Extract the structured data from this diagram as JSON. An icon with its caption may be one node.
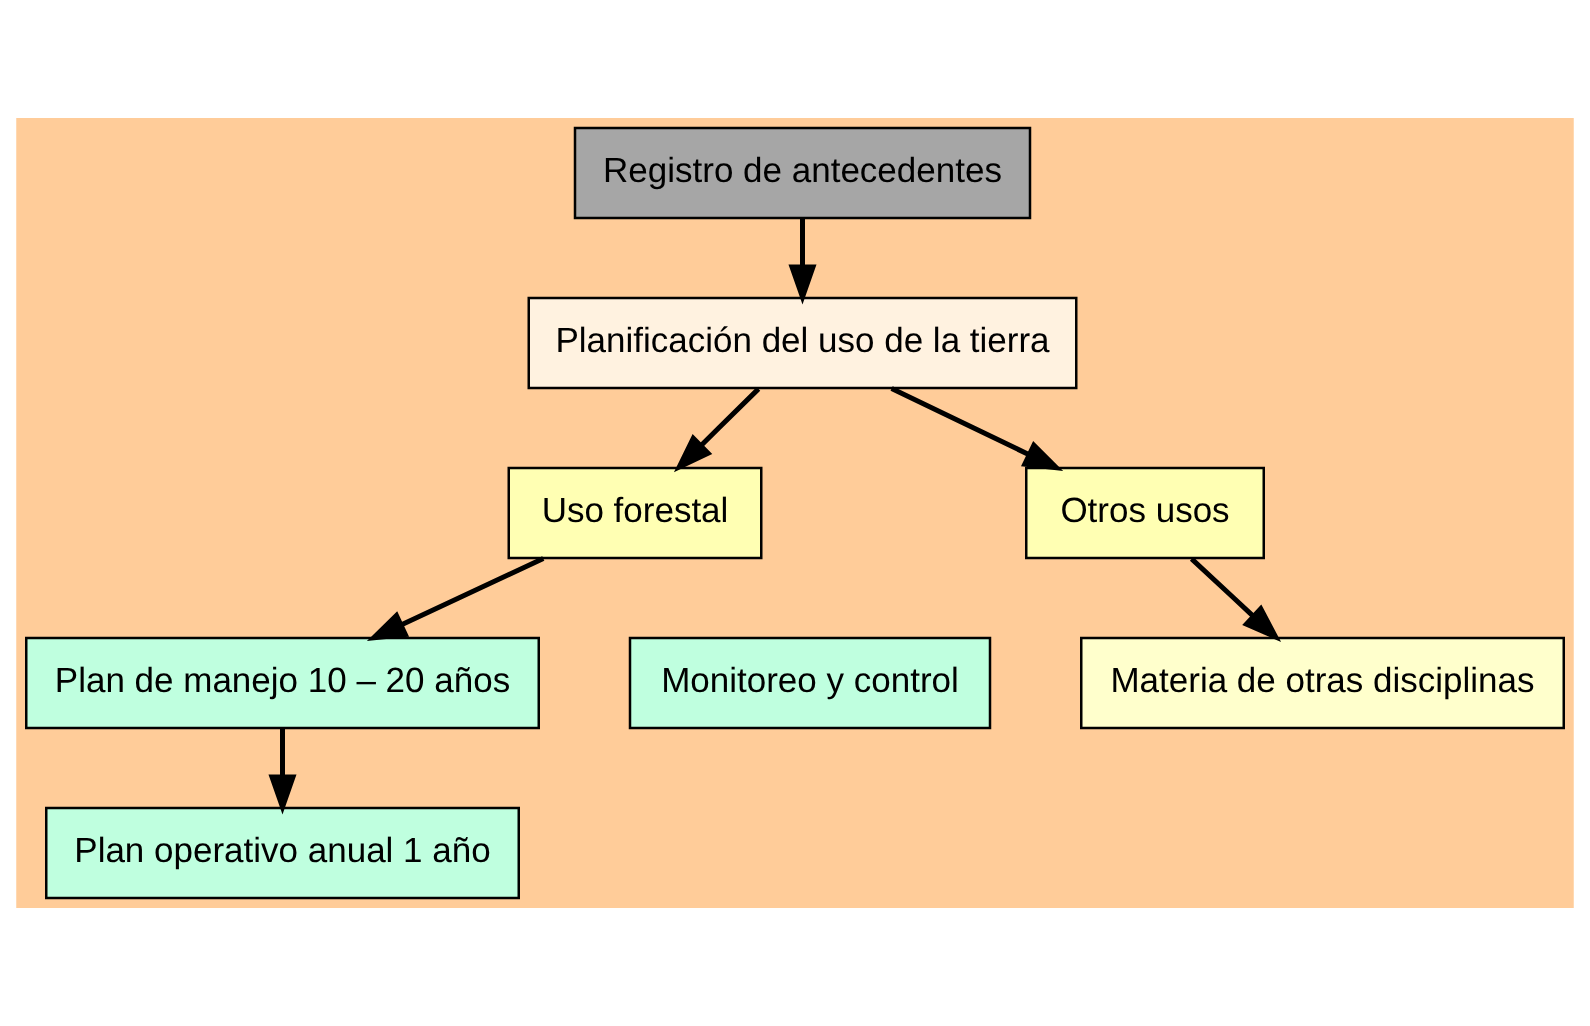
{
  "diagram": {
    "nodes": [
      {
        "text": [
          "Registro de antecedentes"
        ]
      },
      {
        "text": [
          "Planificación del uso de la tierra"
        ]
      },
      {
        "text": [
          "Uso forestal"
        ]
      },
      {
        "text": [
          "Otros usos"
        ]
      },
      {
        "text": [
          "Plan de manejo 10 – 20 años"
        ]
      },
      {
        "text": [
          "Materia de otras disciplinas"
        ]
      },
      {
        "text": [
          "Monitoreo y control"
        ]
      },
      {
        "text": [
          "Plan operativo anual 1 año"
        ]
      }
    ],
    "edges": [
      {
        "from": 0,
        "to": 1,
        "arrow": "to"
      },
      {
        "from": 1,
        "to": 2,
        "arrow": "to"
      },
      {
        "from": 1,
        "to": 3,
        "arrow": "to"
      },
      {
        "from": 2,
        "to": 4,
        "arrow": "to"
      },
      {
        "from": 3,
        "to": 5,
        "arrow": "to"
      },
      {
        "from": 4,
        "to": 7,
        "arrow": "to"
      }
    ]
  }
}
